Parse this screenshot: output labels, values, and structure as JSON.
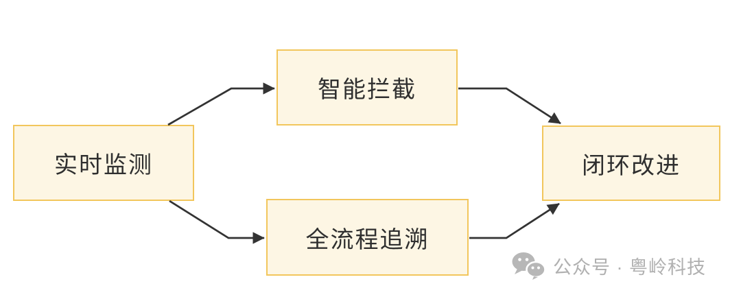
{
  "diagram": {
    "type": "flowchart",
    "nodes": [
      {
        "id": "realtime",
        "label": "实时监测"
      },
      {
        "id": "intercept",
        "label": "智能拦截"
      },
      {
        "id": "trace",
        "label": "全流程追溯"
      },
      {
        "id": "improve",
        "label": "闭环改进"
      }
    ],
    "edges": [
      {
        "from": "实时监测",
        "to": "智能拦截"
      },
      {
        "from": "实时监测",
        "to": "全流程追溯"
      },
      {
        "from": "智能拦截",
        "to": "闭环改进"
      },
      {
        "from": "全流程追溯",
        "to": "闭环改进"
      }
    ],
    "colors": {
      "node_fill": "#fdf6e4",
      "node_border": "#f2c65c",
      "arrow": "#333333",
      "node_text": "#2f2f2f"
    }
  },
  "watermark": {
    "icon": "wechat-icon",
    "text": "公众号 · 粤岭科技",
    "color": "#b0b0b0"
  }
}
